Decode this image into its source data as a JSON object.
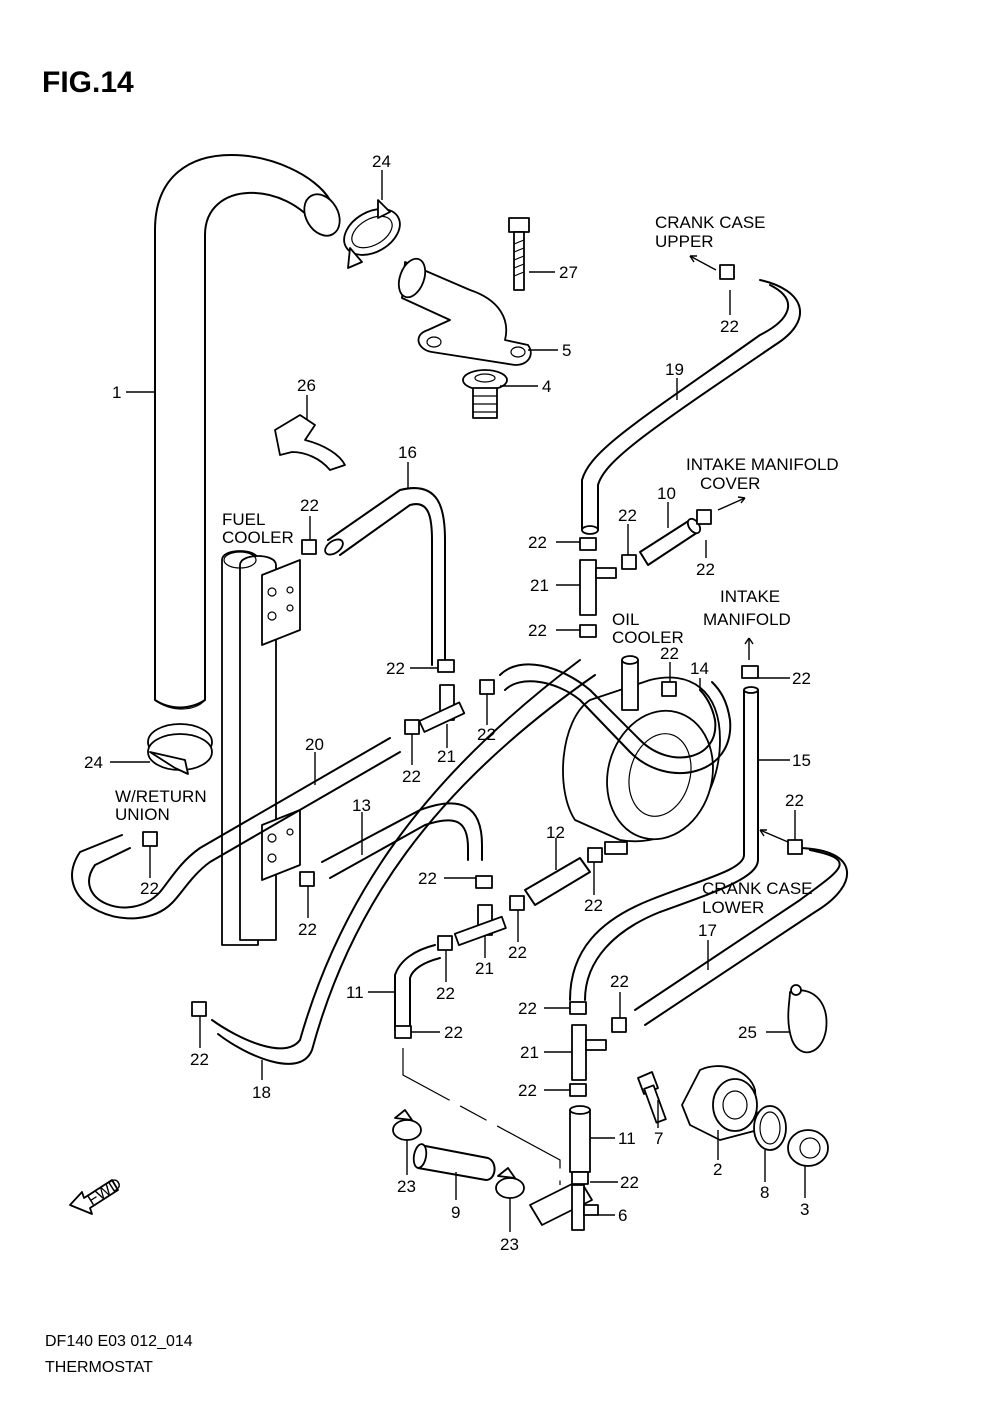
{
  "figure_title": "FIG.14",
  "footer": {
    "code": "DF140 E03 012_014",
    "name": "THERMOSTAT"
  },
  "fwd_label": "FWD",
  "notes": {
    "crank_upper": [
      "CRANK CASE",
      "UPPER"
    ],
    "intake_cover": [
      "INTAKE MANIFOLD",
      "COVER"
    ],
    "intake_manifold": [
      "INTAKE",
      "MANIFOLD"
    ],
    "oil_cooler": [
      "OIL",
      "COOLER"
    ],
    "fuel_cooler": [
      "FUEL",
      "COOLER"
    ],
    "return_union": [
      "W/RETURN",
      "UNION"
    ],
    "crank_lower": [
      "CRANK CASE",
      "LOWER"
    ]
  },
  "callouts": {
    "p1": "1",
    "p2": "2",
    "p3": "3",
    "p4": "4",
    "p5": "5",
    "p6": "6",
    "p7": "7",
    "p8": "8",
    "p9": "9",
    "p10": "10",
    "p11a": "11",
    "p11b": "11",
    "p12": "12",
    "p13": "13",
    "p14": "14",
    "p15": "15",
    "p16": "16",
    "p17": "17",
    "p18": "18",
    "p19": "19",
    "p20": "20",
    "p21a": "21",
    "p21b": "21",
    "p21c": "21",
    "p21d": "21",
    "p22a": "22",
    "p22b": "22",
    "p22c": "22",
    "p22d": "22",
    "p22e": "22",
    "p22f": "22",
    "p22g": "22",
    "p22h": "22",
    "p22i": "22",
    "p22j": "22",
    "p22k": "22",
    "p22l": "22",
    "p22m": "22",
    "p22n": "22",
    "p22o": "22",
    "p22p": "22",
    "p22q": "22",
    "p22r": "22",
    "p22s": "22",
    "p22t": "22",
    "p22u": "22",
    "p22v": "22",
    "p22w": "22",
    "p23a": "23",
    "p23b": "23",
    "p24a": "24",
    "p24b": "24",
    "p25": "25",
    "p26": "26",
    "p27": "27"
  }
}
